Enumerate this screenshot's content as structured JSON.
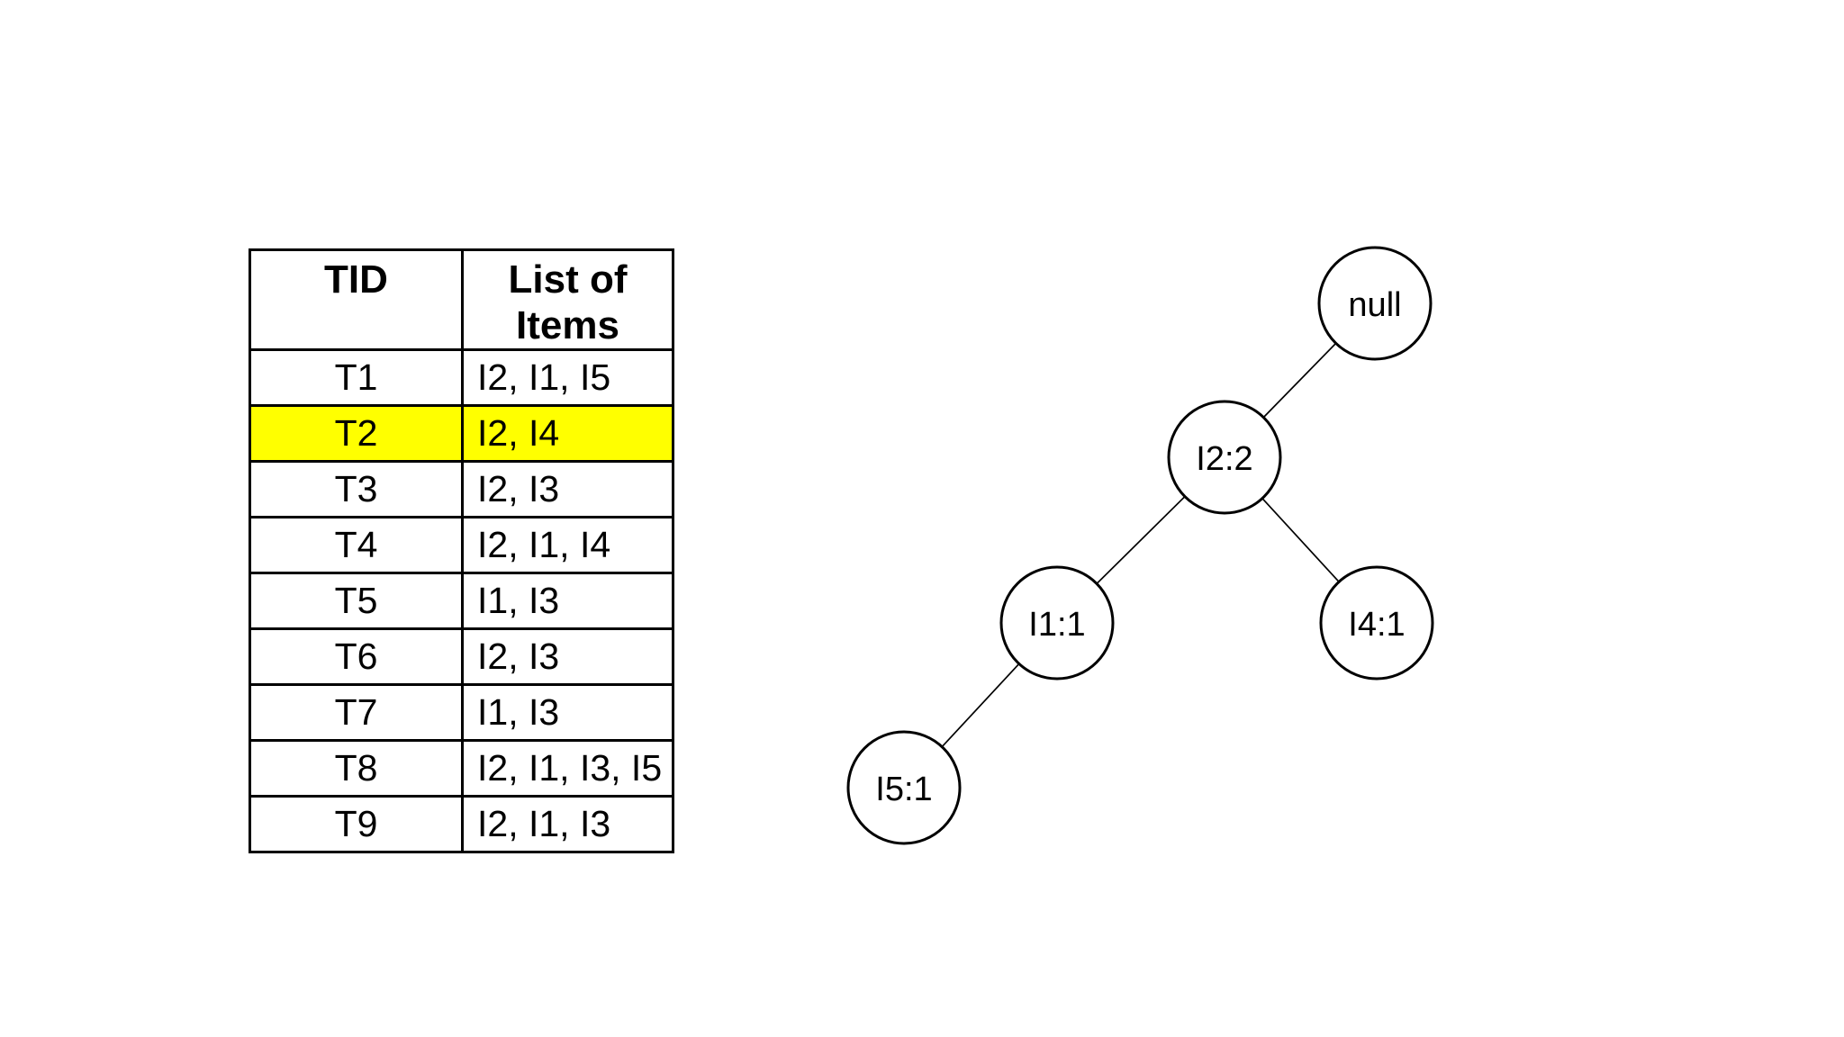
{
  "page": {
    "background_color": "#ffffff",
    "text_color": "#000000"
  },
  "transaction_table": {
    "columns": [
      "TID",
      "List of Items"
    ],
    "rows": [
      {
        "tid": "T1",
        "items": "I2, I1, I5",
        "highlight": false
      },
      {
        "tid": "T2",
        "items": "I2, I4",
        "highlight": true
      },
      {
        "tid": "T3",
        "items": "I2, I3",
        "highlight": false
      },
      {
        "tid": "T4",
        "items": "I2, I1, I4",
        "highlight": false
      },
      {
        "tid": "T5",
        "items": "I1, I3",
        "highlight": false
      },
      {
        "tid": "T6",
        "items": "I2, I3",
        "highlight": false
      },
      {
        "tid": "T7",
        "items": "I1, I3",
        "highlight": false
      },
      {
        "tid": "T8",
        "items": "I2, I1, I3, I5",
        "highlight": false
      },
      {
        "tid": "T9",
        "items": "I2, I1, I3",
        "highlight": false
      }
    ],
    "highlighted_row_tid": "T2",
    "highlight_color": "#ffff00",
    "border_color": "#000000"
  },
  "fp_tree": {
    "nodes": [
      {
        "label": "null"
      },
      {
        "label": "I2:2"
      },
      {
        "label": "I1:1"
      },
      {
        "label": "I4:1"
      },
      {
        "label": "I5:1"
      }
    ],
    "edges": [
      "null-I2:2",
      "I2:2-I1:1",
      "I2:2-I4:1",
      "I1:1-I5:1"
    ]
  }
}
